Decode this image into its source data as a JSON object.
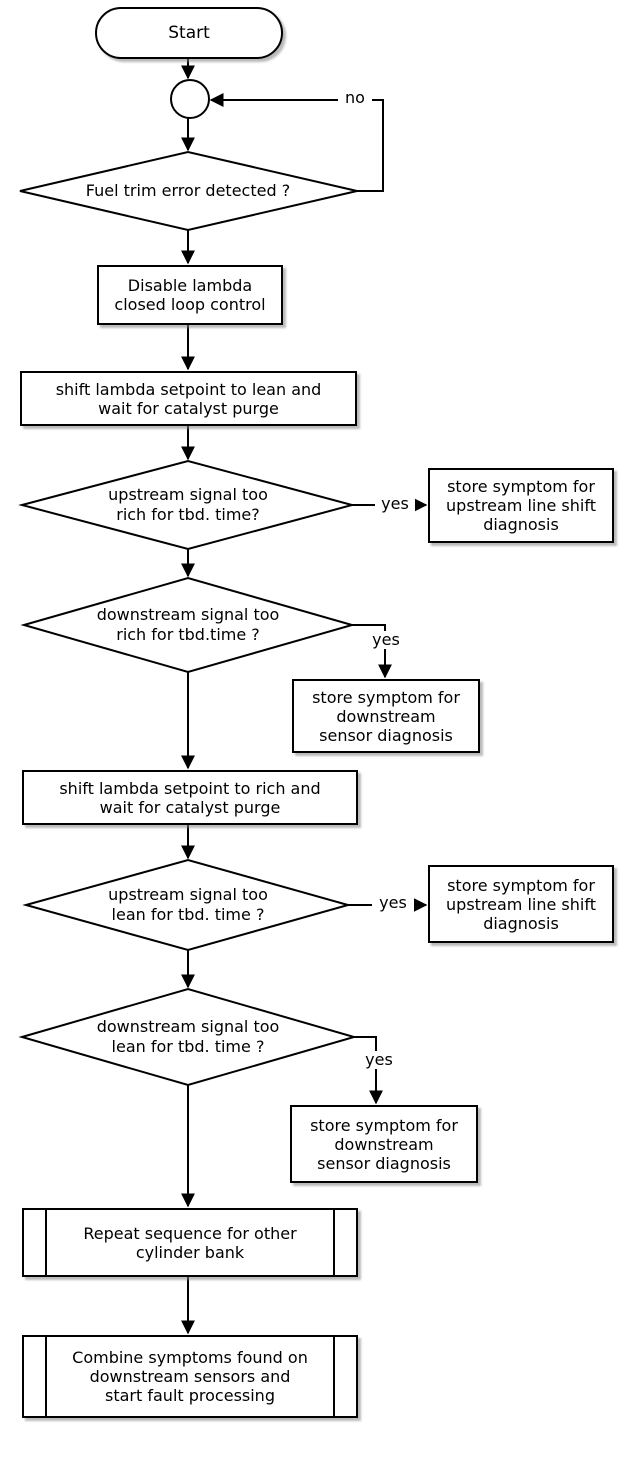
{
  "diagram": {
    "type": "flowchart",
    "topic": "Lambda sensor fuel-trim diagnostic sequence",
    "colors": {
      "stroke": "#000000",
      "background": "#ffffff",
      "text": "#000000"
    }
  },
  "nodes": {
    "start": {
      "shape": "terminator",
      "label": "Start"
    },
    "loop_junction": {
      "shape": "connector-circle",
      "label": ""
    },
    "decision_fuel_trim": {
      "shape": "decision",
      "label": "Fuel trim error detected ?"
    },
    "process_disable_lambda": {
      "shape": "process",
      "label": "Disable lambda\nclosed loop control"
    },
    "process_shift_lean": {
      "shape": "process",
      "label": "shift lambda setpoint to lean and\nwait for catalyst purge"
    },
    "decision_upstream_rich": {
      "shape": "decision",
      "label": "upstream signal too\nrich for tbd. time?"
    },
    "store_upstream_rich": {
      "shape": "process",
      "label": "store symptom for\nupstream line shift\ndiagnosis"
    },
    "decision_downstream_rich": {
      "shape": "decision",
      "label": "downstream signal too\nrich for tbd.time ?"
    },
    "store_downstream_rich": {
      "shape": "process",
      "label": "store symptom for\ndownstream\nsensor diagnosis"
    },
    "process_shift_rich": {
      "shape": "process",
      "label": "shift lambda setpoint to rich and\nwait for catalyst purge"
    },
    "decision_upstream_lean": {
      "shape": "decision",
      "label": "upstream signal too\nlean for tbd. time ?"
    },
    "store_upstream_lean": {
      "shape": "process",
      "label": "store symptom for\nupstream line shift\ndiagnosis"
    },
    "decision_downstream_lean": {
      "shape": "decision",
      "label": "downstream signal too\nlean for tbd. time ?"
    },
    "store_downstream_lean": {
      "shape": "process",
      "label": "store symptom for\ndownstream\nsensor diagnosis"
    },
    "subroutine_repeat": {
      "shape": "predefined-process",
      "label": "Repeat sequence for other\ncylinder bank"
    },
    "subroutine_combine": {
      "shape": "predefined-process",
      "label": "Combine symptoms found on\ndownstream sensors and\nstart fault processing"
    }
  },
  "edge_labels": {
    "no_fuel_trim": "no",
    "yes_upstream_rich": "yes",
    "yes_downstream_rich": "yes",
    "yes_upstream_lean": "yes",
    "yes_downstream_lean": "yes"
  }
}
